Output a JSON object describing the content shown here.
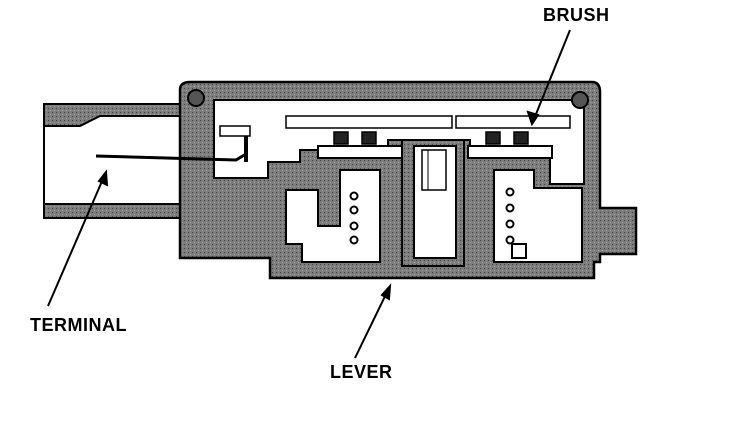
{
  "labels": {
    "brush": "BRUSH",
    "terminal": "TERMINAL",
    "lever": "LEVER"
  },
  "colors": {
    "housing_fill": "#7a7a7a",
    "line": "#000000",
    "background": "#ffffff"
  }
}
